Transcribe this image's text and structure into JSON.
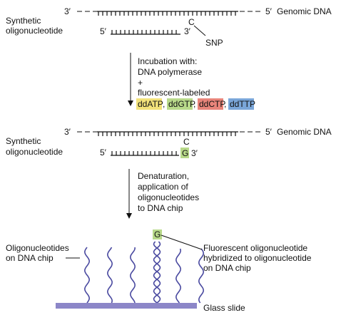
{
  "step1": {
    "strand_top_5": "5′",
    "strand_top_3": "3′",
    "genomic_label": "Genomic DNA",
    "synthetic_label": [
      "Synthetic",
      "oligonucleotide"
    ],
    "primer_5": "5′",
    "primer_3": "3′",
    "snp_base": "C",
    "snp_label": "SNP"
  },
  "incubation": {
    "lines": [
      "Incubation with:",
      "DNA polymerase",
      "+",
      "fluorescent-labeled"
    ],
    "ddntps": [
      {
        "text": "ddATP",
        "color": "#f2e27a"
      },
      {
        "text": "ddGTP",
        "color": "#b8d98a"
      },
      {
        "text": "ddCTP",
        "color": "#e8847a"
      },
      {
        "text": "ddTTP",
        "color": "#7aa6d9"
      }
    ],
    "separator": ","
  },
  "step2": {
    "strand_top_3": "3′",
    "strand_top_5": "5′",
    "genomic_label": "Genomic DNA",
    "synthetic_label": [
      "Synthetic",
      "oligonucleotide"
    ],
    "primer_5": "5′",
    "primer_3": "3′",
    "template_base": "C",
    "added_base": "G",
    "added_base_color": "#b8d98a"
  },
  "denaturation": {
    "lines": [
      "Denaturation,",
      "application of",
      "oligonucleotides",
      "to DNA chip"
    ]
  },
  "chip": {
    "left_label": [
      "Oligonucleotides",
      "on DNA chip"
    ],
    "right_label": [
      "Fluorescent oligonucleotide",
      "hybridized to oligonucleotide",
      "on DNA chip"
    ],
    "hybrid_base": "G",
    "slide_label": "Glass slide",
    "slide_color": "#8c86c8",
    "strand_color": "#4a4aa0"
  },
  "colors": {
    "arrow": "#111111",
    "text": "#111111"
  }
}
